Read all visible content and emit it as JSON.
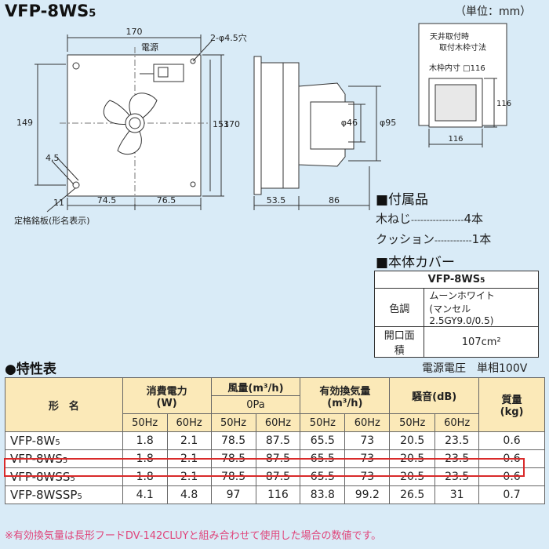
{
  "title": "VFP-8WS",
  "title_sub": "5",
  "unit": "（単位：mm）",
  "drawing": {
    "dim_170_top": "170",
    "holes": "2-φ4.5穴",
    "power_label": "電源",
    "dim_149": "149",
    "dim_153": "153",
    "dim_170_side": "170",
    "dim_45": "4.5",
    "dim_11": "11",
    "dim_745": "74.5",
    "dim_765": "76.5",
    "rating_plate": "定格銘板(形名表示)",
    "dim_phi46": "φ46",
    "dim_phi95": "φ95",
    "dim_535": "53.5",
    "dim_86": "86",
    "ceiling_title1": "天井取付時",
    "ceiling_title2": "取付木枠寸法",
    "frame_inner": "木枠内寸 □116",
    "dim_116_side": "116",
    "dim_116_bottom": "116"
  },
  "accessories": {
    "heading": "■付属品",
    "items": [
      {
        "name": "木ねじ",
        "dots": "-----------------",
        "qty": "4本"
      },
      {
        "name": "クッション",
        "dots": "------------",
        "qty": "1本"
      }
    ]
  },
  "cover": {
    "heading": "■本体カバー",
    "model": "VFP-8WS",
    "model_sub": "5",
    "color_label": "色調",
    "color_value": "ムーンホワイト",
    "color_munsell": "(マンセル2.5GY9.0/0.5)",
    "area_label": "開口面積",
    "area_value": "107cm²"
  },
  "spec": {
    "heading": "●特性表",
    "power_supply": "電源電圧　単相100V",
    "headers": {
      "model": "形　名",
      "power": "消費電力",
      "power_unit": "(W)",
      "airflow": "風量(m³/h)",
      "airflow_sub": "0Pa",
      "effective": "有効換気量",
      "effective_unit": "(m³/h)",
      "noise": "騒音(dB)",
      "mass": "質量",
      "mass_unit": "(kg)",
      "hz50": "50Hz",
      "hz60": "60Hz"
    },
    "rows": [
      {
        "model": "VFP-8W",
        "sub": "5",
        "values": [
          "1.8",
          "2.1",
          "78.5",
          "87.5",
          "65.5",
          "73",
          "20.5",
          "23.5",
          "0.6"
        ]
      },
      {
        "model": "VFP-8WS",
        "sub": "5",
        "values": [
          "1.8",
          "2.1",
          "78.5",
          "87.5",
          "65.5",
          "73",
          "20.5",
          "23.5",
          "0.6"
        ]
      },
      {
        "model": "VFP-8WSS",
        "sub": "5",
        "values": [
          "1.8",
          "2.1",
          "78.5",
          "87.5",
          "65.5",
          "73",
          "20.5",
          "23.5",
          "0.6"
        ]
      },
      {
        "model": "VFP-8WSSP",
        "sub": "5",
        "values": [
          "4.1",
          "4.8",
          "97",
          "116",
          "83.8",
          "99.2",
          "26.5",
          "31",
          "0.7"
        ]
      }
    ],
    "highlight_color": "#d92a2a",
    "footnote": "※有効換気量は長形フードDV-142CLUYと組み合わせて使用した場合の数値です。"
  }
}
